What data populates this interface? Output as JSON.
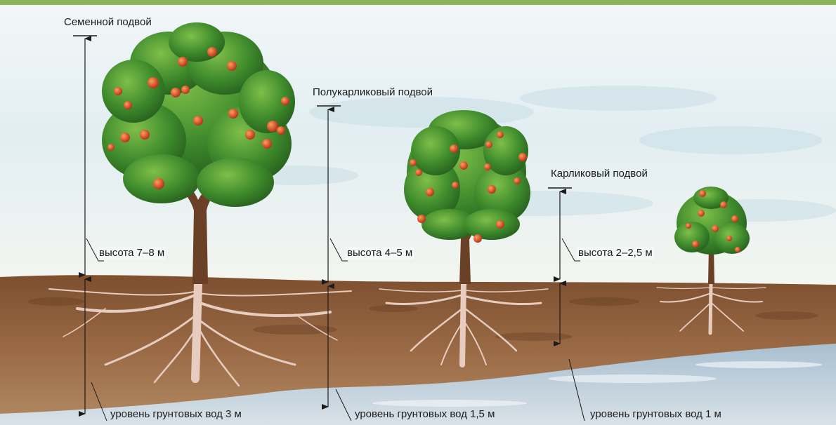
{
  "trees": [
    {
      "title": "Семенной подвой",
      "height": "высота 7–8 м",
      "groundwater": "уровень грунтовых вод 3 м"
    },
    {
      "title": "Полукарликовый подвой",
      "height": "высота 4–5 м",
      "groundwater": "уровень грунтовых вод 1,5 м"
    },
    {
      "title": "Карликовый подвой",
      "height": "высота 2–2,5 м",
      "groundwater": "уровень грунтовых вод 1 м"
    }
  ],
  "colors": {
    "top_bar": "#8cb55a",
    "sky": "#dbe9ee",
    "soil": "#8e5d38",
    "water": "#b7cfe0",
    "foliage": "#3f8a2e",
    "fruit": "#d9552f",
    "trunk": "#6a4126",
    "root": "#e8cfc4"
  }
}
